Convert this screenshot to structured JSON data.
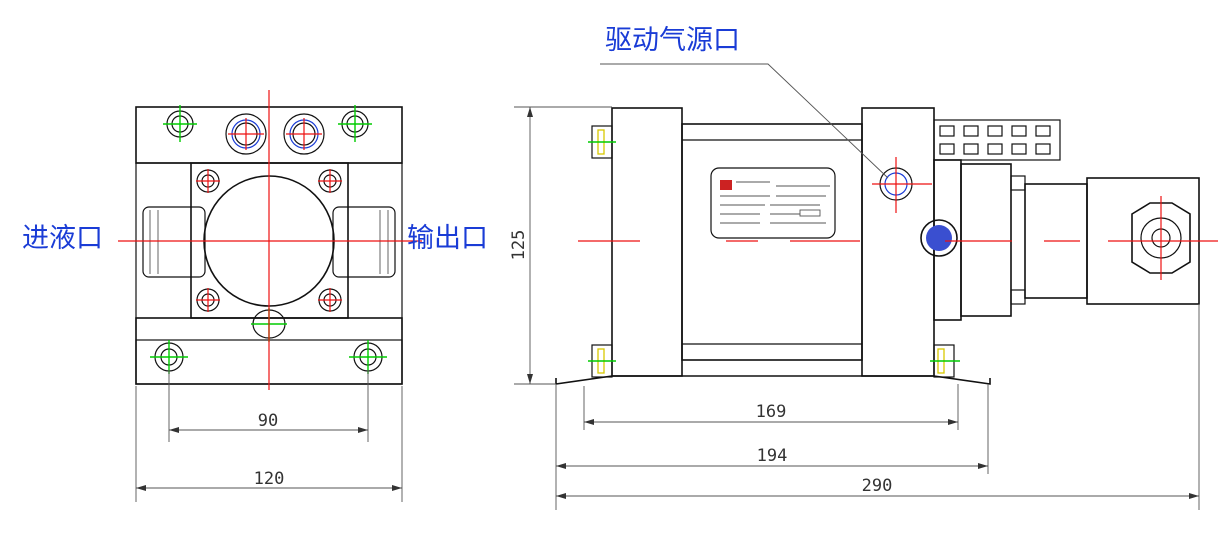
{
  "labels": {
    "drive_air_port": "驱动气源口",
    "liquid_inlet": "进液口",
    "outlet": "输出口"
  },
  "dimensions": {
    "front_bolt_spacing": "90",
    "front_width": "120",
    "height": "125",
    "side_169": "169",
    "side_194": "194",
    "side_290": "290"
  },
  "colors": {
    "label_text": "#1a3cd6",
    "centerline": "#e11",
    "crosshair": "#0c0",
    "nameplate_logo": "#cc2222"
  }
}
